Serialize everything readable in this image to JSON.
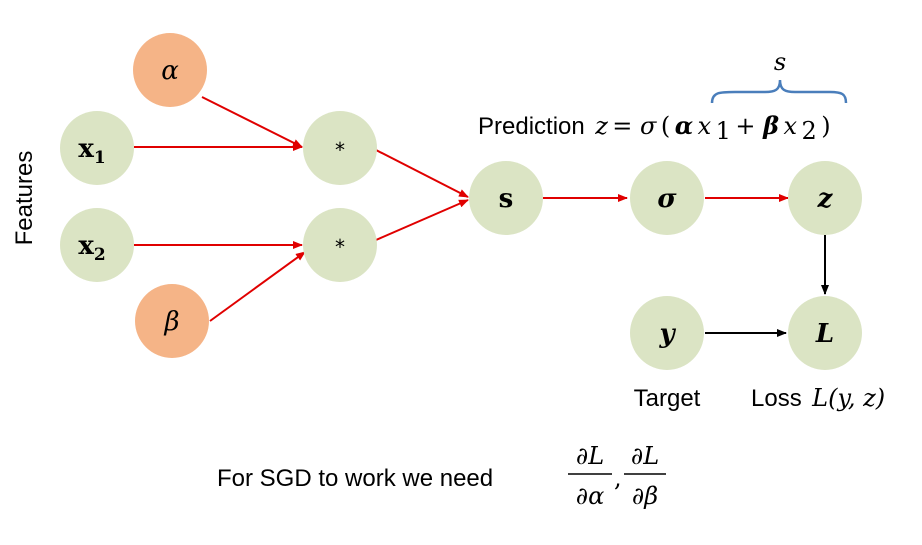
{
  "side_label": "Features",
  "nodes": {
    "alpha": {
      "label": "α",
      "fill": "#f5b487"
    },
    "x1": {
      "label": "x",
      "sub": "1",
      "fill": "#dbe4c4"
    },
    "x2": {
      "label": "x",
      "sub": "2",
      "fill": "#dbe4c4"
    },
    "beta": {
      "label": "β",
      "fill": "#f5b487"
    },
    "mult1": {
      "label": "*",
      "fill": "#dbe4c4"
    },
    "mult2": {
      "label": "*",
      "fill": "#dbe4c4"
    },
    "s": {
      "label": "s",
      "fill": "#dbe4c4"
    },
    "sigma": {
      "label": "σ",
      "fill": "#dbe4c4"
    },
    "z": {
      "label": "z",
      "fill": "#dbe4c4"
    },
    "y": {
      "label": "y",
      "fill": "#dbe4c4"
    },
    "loss": {
      "label": "L",
      "fill": "#dbe4c4"
    }
  },
  "prediction": {
    "prefix": "Prediction",
    "z": "z",
    "equals": " = ",
    "sigma": "σ",
    "open_paren": "(",
    "alpha": "α",
    "x": "x",
    "sub1": "1",
    "plus": " + ",
    "beta": "β",
    "sub2": "2",
    "close_paren": ")",
    "brace_label": "s"
  },
  "target_label": "Target",
  "loss_label": {
    "prefix": "Loss",
    "math": "L(y, z)"
  },
  "sgd": {
    "text": "For SGD to work we need",
    "num1": "∂L",
    "den1": "∂α",
    "comma": ",",
    "num2": "∂L",
    "den2": "∂β"
  },
  "colors": {
    "edge_forward": "#e00000",
    "edge_loss": "#000000",
    "brace": "#4a7ebb"
  }
}
